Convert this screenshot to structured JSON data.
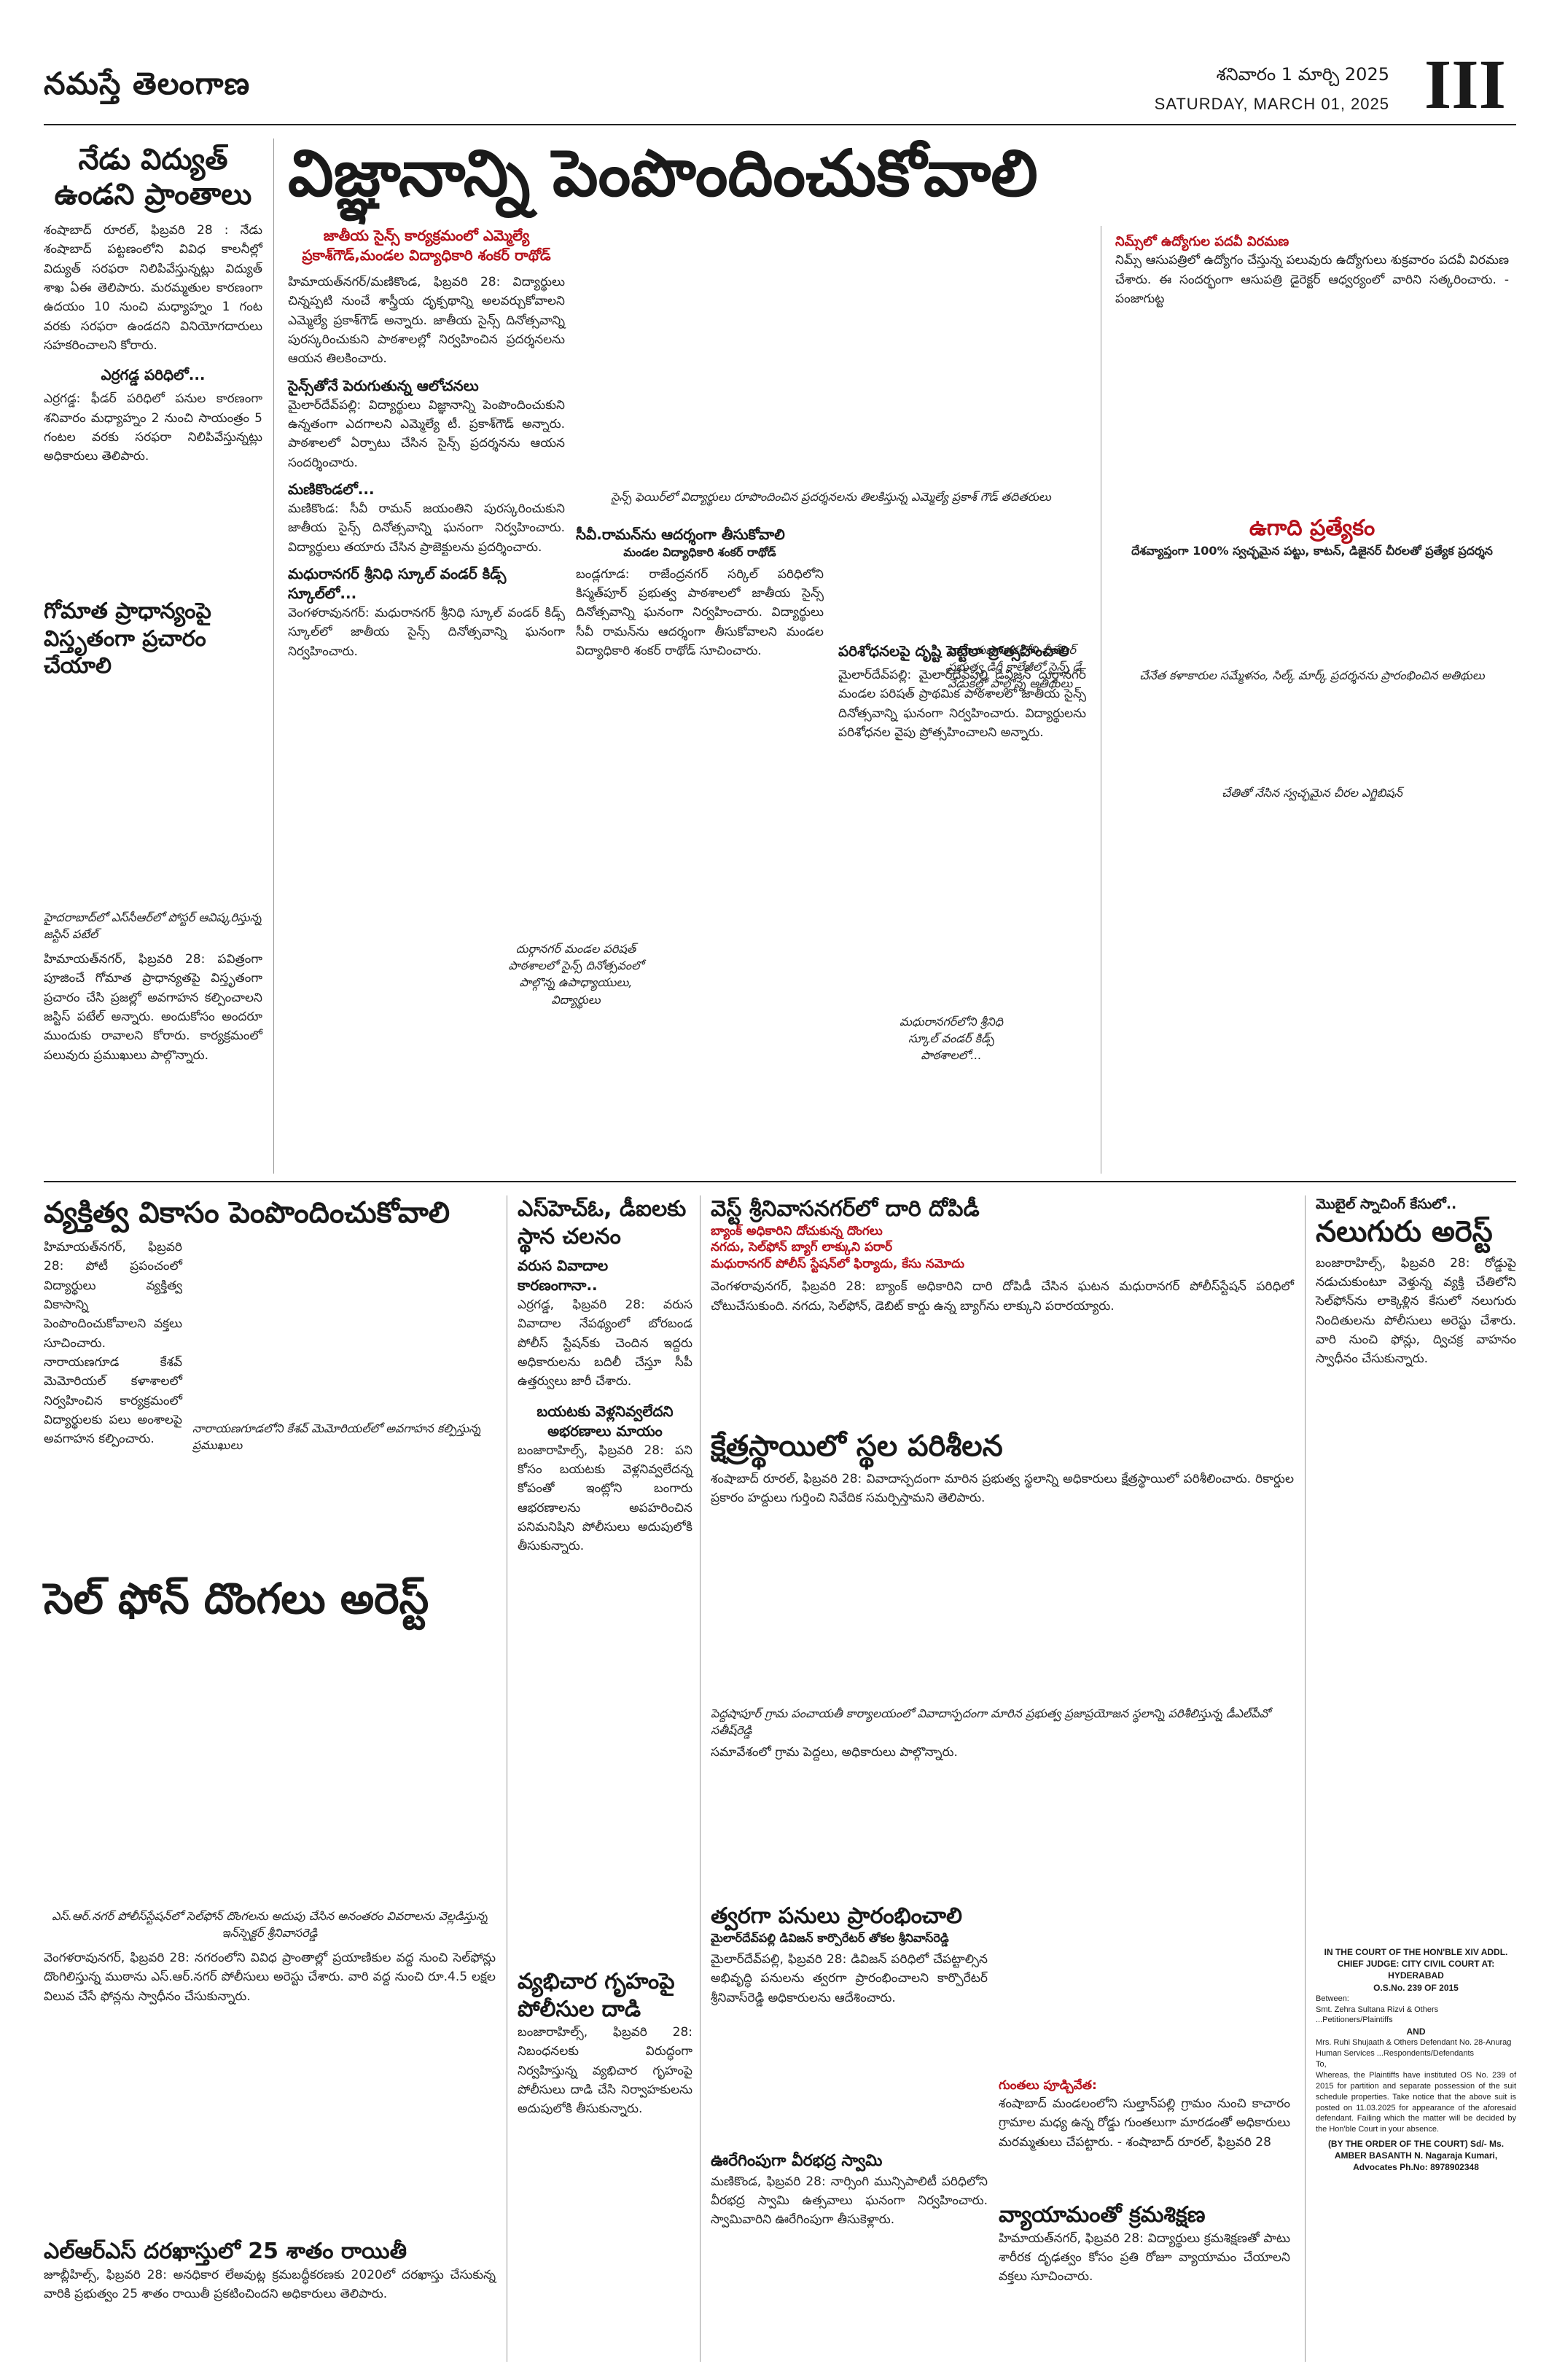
{
  "header": {
    "masthead": "నమస్తే తెలంగాణ",
    "date_telugu": "శనివారం 1 మార్చి 2025",
    "date_english": "SATURDAY, MARCH 01, 2025",
    "page_number": "III"
  },
  "power": {
    "headline": "నేడు విద్యుత్ ఉండని ప్రాంతాలు",
    "body": "శంషాబాద్ రూరల్, ఫిబ్రవరి 28 : నేడు శంషాబాద్ పట్టణంలోని వివిధ కాలనీల్లో విద్యుత్ సరఫరా నిలిపివేస్తున్నట్లు విద్యుత్ శాఖ ఏఈ తెలిపారు. మరమ్మతుల కారణంగా ఉదయం 10 నుంచి మధ్యాహ్నం 1 గంట వరకు సరఫరా ఉండదని వినియోగదారులు సహకరించాలని కోరారు.",
    "sub": "ఎర్రగడ్డ పరిధిలో...",
    "body2": "ఎర్రగడ్డ: ఫీడర్ పరిధిలో పనుల కారణంగా శనివారం మధ్యాహ్నం 2 నుంచి సాయంత్రం 5 గంటల వరకు సరఫరా నిలిపివేస్తున్నట్లు అధికారులు తెలిపారు."
  },
  "gomata": {
    "headline": "గోమాత ప్రాధాన్యంపై విస్తృతంగా ప్రచారం చేయాలి",
    "caption": "హైదరాబాద్‌లో ఎస్‌సీఆర్‌లో పోస్టర్ ఆవిష్కరిస్తున్న జస్టిస్ పటేల్",
    "body": "హిమాయత్‌నగర్, ఫిబ్రవరి 28: పవిత్రంగా పూజించే గోమాత ప్రాధాన్యతపై విస్తృతంగా ప్రచారం చేసి ప్రజల్లో అవగాహన కల్పించాలని జస్టిస్ పటేల్ అన్నారు. అందుకోసం అందరూ ముందుకు రావాలని కోరారు. కార్యక్రమంలో పలువురు ప్రముఖులు పాల్గొన్నారు."
  },
  "science": {
    "headline": "విజ్ఞానాన్ని పెంపొందించుకోవాలి",
    "deck": "జాతీయ సైన్స్ కార్యక్రమంలో ఎమ్మెల్యే ప్రకాశ్‌గౌడ్,మండల విద్యాధికారి శంకర్ రాథోడ్",
    "body": "హిమాయత్‌నగర్/మణికొండ, ఫిబ్రవరి 28: విద్యార్థులు చిన్నప్పటి నుంచే శాస్త్రీయ దృక్పథాన్ని అలవర్చుకోవాలని ఎమ్మెల్యే ప్రకాశ్‌గౌడ్ అన్నారు. జాతీయ సైన్స్ దినోత్సవాన్ని పురస్కరించుకుని పాఠశాలల్లో నిర్వహించిన ప్రదర్శనలను ఆయన తిలకించారు.",
    "sub1": "సైన్స్‌తోనే పెరుగుతున్న ఆలోచనలు",
    "body2": "మైలార్‌దేవ్‌పల్లి: విద్యార్థులు విజ్ఞానాన్ని పెంపొందించుకుని ఉన్నతంగా ఎదగాలని ఎమ్మెల్యే టీ. ప్రకాశ్‌గౌడ్ అన్నారు. పాఠశాలలో ఏర్పాటు చేసిన సైన్స్ ప్రదర్శనను ఆయన సందర్శించారు.",
    "sub2": "మణికొండలో...",
    "body3": "మణికొండ: సీవీ రామన్ జయంతిని పురస్కరించుకుని జాతీయ సైన్స్ దినోత్సవాన్ని ఘనంగా నిర్వహించారు. విద్యార్థులు తయారు చేసిన ప్రాజెక్టులను ప్రదర్శించారు.",
    "sub3": "మధురానగర్ శ్రీనిధి స్కూల్ వండర్ కిడ్స్ స్కూల్‌లో...",
    "body4": "వెంగళరావునగర్: మధురానగర్ శ్రీనిధి స్కూల్ వండర్ కిడ్స్ స్కూల్‌లో జాతీయ సైన్స్ దినోత్సవాన్ని ఘనంగా నిర్వహించారు.",
    "photo_caption": "సైన్స్ ఫెయిర్‌లో విద్యార్థులు రూపొందించిన ప్రదర్శనలను తిలకిస్తున్న ఎమ్మెల్యే ప్రకాశ్ గౌడ్ తదితరులు",
    "sub4": "సీవీ.రామన్‌ను ఆదర్శంగా తీసుకోవాలి",
    "sub4b": "మండల విద్యాధికారి శంకర్ రాథోడ్",
    "body5": "బండ్లగూడ: రాజేంద్రనగర్ సర్కిల్ పరిధిలోని కిస్మత్‌పూర్ ప్రభుత్వ పాఠశాలలో జాతీయ సైన్స్ దినోత్సవాన్ని ఘనంగా నిర్వహించారు. విద్యార్థులు సీవీ రామన్‌ను ఆదర్శంగా తీసుకోవాలని మండల విద్యాధికారి శంకర్ రాథోడ్ సూచించారు.",
    "sub5": "పరిశోధనలపై దృష్టి పెట్టేలా ప్రోత్సహించాలి",
    "body6": "మైలార్‌దేవ్‌పల్లి: మైలార్‌దేవ్‌పల్లి డివిజన్ దుర్గానగర్ మండల పరిషత్ ప్రాథమిక పాఠశాలలో జాతీయ సైన్స్ దినోత్సవాన్ని ఘనంగా నిర్వహించారు. విద్యార్థులను పరిశోధనల వైపు ప్రోత్సహించాలని అన్నారు.",
    "photo_caption2": "నారాయణగూడలోని బీజేఆర్ ప్రభుత్వ డిగ్రీ కాలేజీలో సైన్స్ డే వేడుకల్లో పాల్గొన్న అతిథులు",
    "photo_caption3": "దుర్గానగర్ మండల పరిషత్ పాఠశాలలో సైన్స్ దినోత్సవంలో పాల్గొన్న ఉపాధ్యాయులు, విద్యార్థులు",
    "photo_caption4": "మధురానగర్‌లోని శ్రీనిధి స్కూల్ వండర్ కిడ్స్ పాఠశాలలో..."
  },
  "jobs": {
    "headline": "నిమ్స్‌లో ఉద్యోగుల పదవీ విరమణ",
    "body": "నిమ్స్ ఆసుపత్రిలో ఉద్యోగం చేస్తున్న పలువురు ఉద్యోగులు శుక్రవారం పదవీ విరమణ చేశారు. ఈ సందర్భంగా ఆసుపత్రి డైరెక్టర్ ఆధ్వర్యంలో వారిని సత్కరించారు. - పంజాగుట్ట"
  },
  "ugadi": {
    "headline": "ఉగాది ప్రత్యేకం",
    "deck": "దేశవ్యాప్తంగా 100% స్వచ్ఛమైన పట్టు, కాటన్, డిజైనర్ చీరలతో ప్రత్యేక ప్రదర్శన",
    "caption": "చేనేత కళాకారుల సమ్మేళనం, సిల్క్ మార్క్ ప్రదర్శనను ప్రారంభించిన అతిథులు",
    "caption2": "చేతితో నేసిన స్వచ్ఛమైన చీరల ఎగ్జిబిషన్"
  },
  "personality": {
    "headline": "వ్యక్తిత్వ వికాసం పెంపొందించుకోవాలి",
    "caption": "నారాయణగూడలోని కేశవ్ మెమోరియల్‌లో అవగాహన కల్పిస్తున్న ప్రముఖులు",
    "body": "హిమాయత్‌నగర్, ఫిబ్రవరి 28: పోటీ ప్రపంచంలో విద్యార్థులు వ్యక్తిత్వ వికాసాన్ని పెంపొందించుకోవాలని వక్తలు సూచించారు. నారాయణగూడ కేశవ్ మెమోరియల్ కళాశాలలో నిర్వహించిన కార్యక్రమంలో విద్యార్థులకు పలు అంశాలపై అవగాహన కల్పించారు."
  },
  "ssc": {
    "headline": "ఎస్‌హెచ్‌ఓ, డీఐలకు స్థాన చలనం",
    "sub": "వరుస వివాదాల కారణంగానా..",
    "body": "ఎర్రగడ్డ, ఫిబ్రవరి 28: వరుస వివాదాల నేపథ్యంలో బోరబండ పోలీస్ స్టేషన్‌కు చెందిన ఇద్దరు అధికారులను బదిలీ చేస్తూ సీపీ ఉత్తర్వులు జారీ చేశారు.",
    "sub2": "బయటకు వెళ్లనివ్వలేదని అభరణాలు మాయం",
    "body2": "బంజారాహిల్స్, ఫిబ్రవరి 28: పని కోసం బయటకు వెళ్లనివ్వలేదన్న కోపంతో ఇంట్లోని బంగారు ఆభరణాలను అపహరించిన పనిమనిషిని పోలీసులు అదుపులోకి తీసుకున్నారు."
  },
  "cellphone": {
    "headline": "సెల్ ఫోన్ దొంగలు అరెస్ట్",
    "caption": "ఎస్.ఆర్.నగర్ పోలీస్‌స్టేషన్‌లో సెల్‌ఫోన్ దొంగలను అదుపు చేసిన అనంతరం వివరాలను వెల్లడిస్తున్న ఇన్‌స్పెక్టర్ శ్రీనివాసరెడ్డి",
    "body": "వెంగళరావునగర్, ఫిబ్రవరి 28: నగరంలోని వివిధ ప్రాంతాల్లో ప్రయాణికుల వద్ద నుంచి సెల్‌ఫోన్లు దొంగిలిస్తున్న ముఠాను ఎస్.ఆర్.నగర్ పోలీసులు అరెస్టు చేశారు. వారి వద్ద నుంచి రూ.4.5 లక్షల విలువ చేసే ఫోన్లను స్వాధీనం చేసుకున్నారు."
  },
  "lrs": {
    "headline": "ఎల్‌ఆర్‌ఎస్ దరఖాస్తులో 25 శాతం రాయితీ",
    "body": "జూబ్లీహిల్స్, ఫిబ్రవరి 28: అనధికార లేఅవుట్ల క్రమబద్ధీకరణకు 2020లో దరఖాస్తు చేసుకున్న వారికి ప్రభుత్వం 25 శాతం రాయితీ ప్రకటించిందని అధికారులు తెలిపారు."
  },
  "robbery": {
    "headline": "వెస్ట్ శ్రీనివాసనగర్‌లో దారి దోపిడీ",
    "bullet1": "బ్యాంక్ అధికారిని దోచుకున్న దొంగలు",
    "bullet2": "నగదు, సెల్‌ఫోన్ బ్యాగ్ లాక్కుని పరార్",
    "bullet3": "మధురానగర్ పోలీస్ స్టేషన్‌లో ఫిర్యాదు, కేసు నమోదు",
    "body": "వెంగళరావునగర్, ఫిబ్రవరి 28: బ్యాంక్ అధికారిని దారి దోపిడీ చేసిన ఘటన మధురానగర్ పోలీస్‌స్టేషన్ పరిధిలో చోటుచేసుకుంది. నగదు, సెల్‌ఫోన్, డెబిట్ కార్డు ఉన్న బ్యాగ్‌ను లాక్కుని పరారయ్యారు."
  },
  "inspection": {
    "headline": "క్షేత్రస్థాయిలో స్థల పరిశీలన",
    "body": "శంషాబాద్ రూరల్, ఫిబ్రవరి 28: వివాదాస్పదంగా మారిన ప్రభుత్వ స్థలాన్ని అధికారులు క్షేత్రస్థాయిలో పరిశీలించారు. రికార్డుల ప్రకారం హద్దులు గుర్తించి నివేదిక సమర్పిస్తామని తెలిపారు.",
    "caption": "పెద్దషాపూర్ గ్రామ పంచాయతీ కార్యాలయంలో వివాదాస్పదంగా మారిన ప్రభుత్వ ప్రజాప్రయోజన స్థలాన్ని పరిశీలిస్తున్న డీఎల్‌పీవో సతీష్‌రెడ్డి",
    "body2": "సమావేశంలో గ్రామ పెద్దలు, అధికారులు పాల్గొన్నారు."
  },
  "works": {
    "headline": "త్వరగా పనులు ప్రారంభించాలి",
    "sub": "మైలార్‌దేవ్‌పల్లి డివిజన్ కార్పొరేటర్ తోకల శ్రీనివాస్‌రెడ్డి",
    "body": "మైలార్‌దేవ్‌పల్లి, ఫిబ్రవరి 28: డివిజన్ పరిధిలో చేపట్టాల్సిన అభివృద్ధి పనులను త్వరగా ప్రారంభించాలని కార్పొరేటర్ శ్రీనివాస్‌రెడ్డి అధికారులను ఆదేశించారు."
  },
  "veerabhadra": {
    "headline": "ఊరేగింపుగా వీరభద్ర స్వామి",
    "body": "మణికొండ, ఫిబ్రవరి 28: నార్సింగి మున్సిపాలిటీ పరిధిలోని వీరభద్ర స్వామి ఉత్సవాలు ఘనంగా నిర్వహించారు. స్వామివారిని ఊరేగింపుగా తీసుకెళ్లారు."
  },
  "gunthalu": {
    "headline": "గుంతలు పూడ్చివేత:",
    "body": "శంషాబాద్ మండలంలోని సుల్తాన్‌పల్లి గ్రామం నుంచి కాచారం గ్రామాల మధ్య ఉన్న రోడ్డు గుంతలుగా మారడంతో అధికారులు మరమ్మతులు చేపట్టారు. - శంషాబాద్ రూరల్, ఫిబ్రవరి 28"
  },
  "exercise": {
    "headline": "వ్యాయామంతో క్రమశిక్షణ",
    "body": "హిమాయత్‌నగర్, ఫిబ్రవరి 28: విద్యార్థులు క్రమశిక్షణతో పాటు శారీరక దృఢత్వం కోసం ప్రతి రోజూ వ్యాయామం చేయాలని వక్తలు సూచించారు."
  },
  "brothel": {
    "headline": "వ్యభిచార గృహంపై పోలీసుల దాడి",
    "body": "బంజారాహిల్స్, ఫిబ్రవరి 28: నిబంధనలకు విరుద్ధంగా నిర్వహిస్తున్న వ్యభిచార గృహంపై పోలీసులు దాడి చేసి నిర్వాహకులను అదుపులోకి తీసుకున్నారు."
  },
  "ganja": {
    "kicker": "మొబైల్ స్నాచింగ్ కేసులో..",
    "headline": "నలుగురు అరెస్ట్",
    "body": "బంజారాహిల్స్, ఫిబ్రవరి 28: రోడ్డుపై నడుచుకుంటూ వెళ్తున్న వ్యక్తి చేతిలోని సెల్‌ఫోన్‌ను లాక్కెళ్లిన కేసులో నలుగురు నిందితులను పోలీసులు అరెస్టు చేశారు. వారి నుంచి ఫోన్లు, ద్విచక్ర వాహనం స్వాధీనం చేసుకున్నారు."
  },
  "legal": {
    "court": "IN THE COURT OF THE HON'BLE XIV ADDL. CHIEF JUDGE: CITY CIVIL COURT AT: HYDERABAD",
    "os": "O.S.No. 239 OF 2015",
    "between": "Between:",
    "plaintiffs": "Smt. Zehra Sultana Rizvi & Others ...Petitioners/Plaintiffs",
    "and": "AND",
    "defendants": "Mrs. Ruhi Shujaath & Others Defendant No. 28-Anurag Human Services ...Respondents/Defendants",
    "to": "To,",
    "body": "Whereas, the Plaintiffs have instituted OS No. 239 of 2015 for partition and separate possession of the suit schedule properties. Take notice that the above suit is posted on 11.03.2025 for appearance of the aforesaid defendant. Failing which the matter will be decided by the Hon'ble Court in your absence.",
    "sign": "(BY THE ORDER OF THE COURT) Sd/- Ms. AMBER BASANTH N. Nagaraja Kumari, Advocates Ph.No: 8978902348"
  }
}
